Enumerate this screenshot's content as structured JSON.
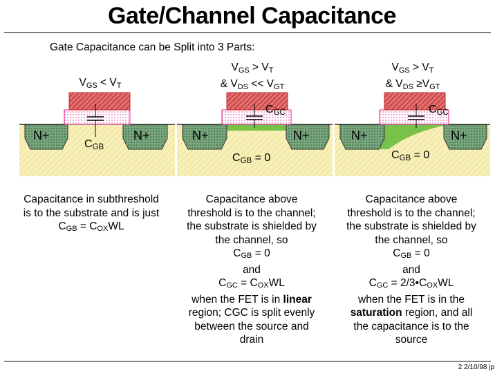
{
  "title": "Gate/Channel Capacitance",
  "intro": "Gate Capacitance can be Split into 3 Parts:",
  "diagrams": {
    "subthreshold": {
      "cond_a": "V",
      "cond_a_sub": "GS",
      "cond_op": " < V",
      "cond_b_sub": "T",
      "cap_main": "C",
      "cap_sub": "GB",
      "source": "N+",
      "drain": "N+"
    },
    "linear": {
      "l1_a": "V",
      "l1_a_sub": "GS",
      "l1_op": " > V",
      "l1_b_sub": "T",
      "l2_pre": "& V",
      "l2_a_sub": "DS",
      "l2_op": " << V",
      "l2_b_sub": "GT",
      "cap_gc": "C",
      "cap_gc_sub": "GC",
      "cap_gb": "C",
      "cap_gb_sub": "GB",
      "cap_gb_val": " = 0",
      "source": "N+",
      "drain": "N+"
    },
    "saturation": {
      "l1_a": "V",
      "l1_a_sub": "GS",
      "l1_op": " > V",
      "l1_b_sub": "T",
      "l2_pre": "& V",
      "l2_a_sub": "DS",
      "l2_op": " ≥V",
      "l2_b_sub": "GT",
      "cap_gc": "C",
      "cap_gc_sub": "GC",
      "cap_gb": "C",
      "cap_gb_sub": "GB",
      "cap_gb_val": " = 0",
      "source": "N+",
      "drain": "N+"
    }
  },
  "desc1": {
    "line1": "Capacitance in subthreshold",
    "line2": "is to the substrate and is just",
    "l3_a": "C",
    "l3_a_sub": "GB",
    "l3_eq": " = C",
    "l3_b_sub": "OX",
    "l3_tail": "WL"
  },
  "desc2": {
    "line1": "Capacitance above",
    "line2": "threshold is to the channel;",
    "line3": "the substrate is shielded by",
    "line4": "the channel, so",
    "l5_a": "C",
    "l5_a_sub": "GB",
    "l5_tail": " = 0",
    "line6": "and",
    "l7_a": "C",
    "l7_a_sub": "GC",
    "l7_eq": " = C",
    "l7_b_sub": "OX",
    "l7_tail": "WL",
    "l8_pre": "when the FET is in ",
    "l8_bold": "linear",
    "line9": "region; CGC is split evenly",
    "line10": "between the source and",
    "line11": "drain"
  },
  "desc3": {
    "line1": "Capacitance above",
    "line2": "threshold is to the channel;",
    "line3": "the substrate is shielded by",
    "line4": "the channel, so",
    "l5_a": "C",
    "l5_a_sub": "GB",
    "l5_tail": " = 0",
    "line6": "and",
    "l7_a": "C",
    "l7_a_sub": "GC",
    "l7_eq": " = 2/3•C",
    "l7_b_sub": "OX",
    "l7_tail": "WL",
    "line8": "when the FET is in the",
    "l9_bold": "saturation",
    "l9_tail": " region, and all",
    "line10": "the capacitance is to the",
    "line11": "source"
  },
  "footer": "2 2/10/98 jp",
  "colors": {
    "gate": "#c0282c",
    "oxide": "#e0208c",
    "ndiff": "#2f6b3a",
    "substrate": "#f7f0b8",
    "channel": "#79c24a"
  }
}
